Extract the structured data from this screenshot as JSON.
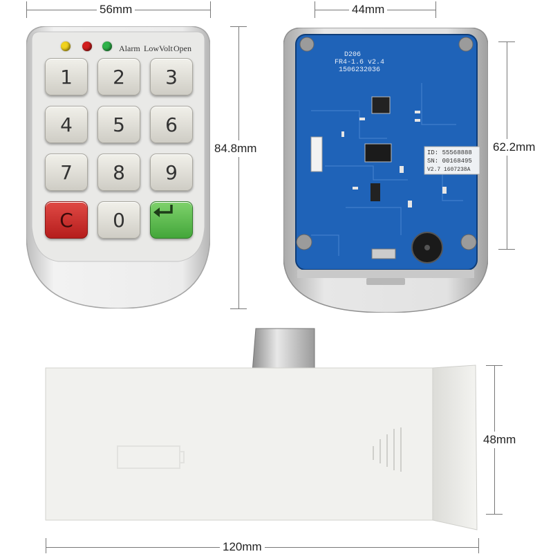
{
  "dimensions": {
    "keypad_width": "56mm",
    "pcb_width": "44mm",
    "keypad_height": "84.8mm",
    "pcb_height": "62.2mm",
    "body_height": "48mm",
    "body_length": "120mm"
  },
  "keypad": {
    "indicators": [
      {
        "label": "Alarm",
        "color": "#f0d21e"
      },
      {
        "label": "LowVolt",
        "color": "#d21e1e"
      },
      {
        "label": "Open",
        "color": "#2fb24a"
      }
    ],
    "keys": [
      "1",
      "2",
      "3",
      "4",
      "5",
      "6",
      "7",
      "8",
      "9",
      "C",
      "0",
      "enter-icon"
    ],
    "clear_label": "C",
    "colors": {
      "clear": "#c8302c",
      "enter": "#5cbd4c",
      "key": "#dedcd4",
      "bezel": "#d9d9d9"
    }
  },
  "pcb": {
    "model_lines": [
      "D206",
      "FR4-1.6 v2.4",
      "1506232036"
    ],
    "sticker_lines": [
      "ID: 55568888",
      "SN: 00168495",
      "V2.7 1607238A"
    ],
    "board_color": "#1f63b8"
  },
  "lock_body": {
    "color": "#f1f1ee"
  }
}
